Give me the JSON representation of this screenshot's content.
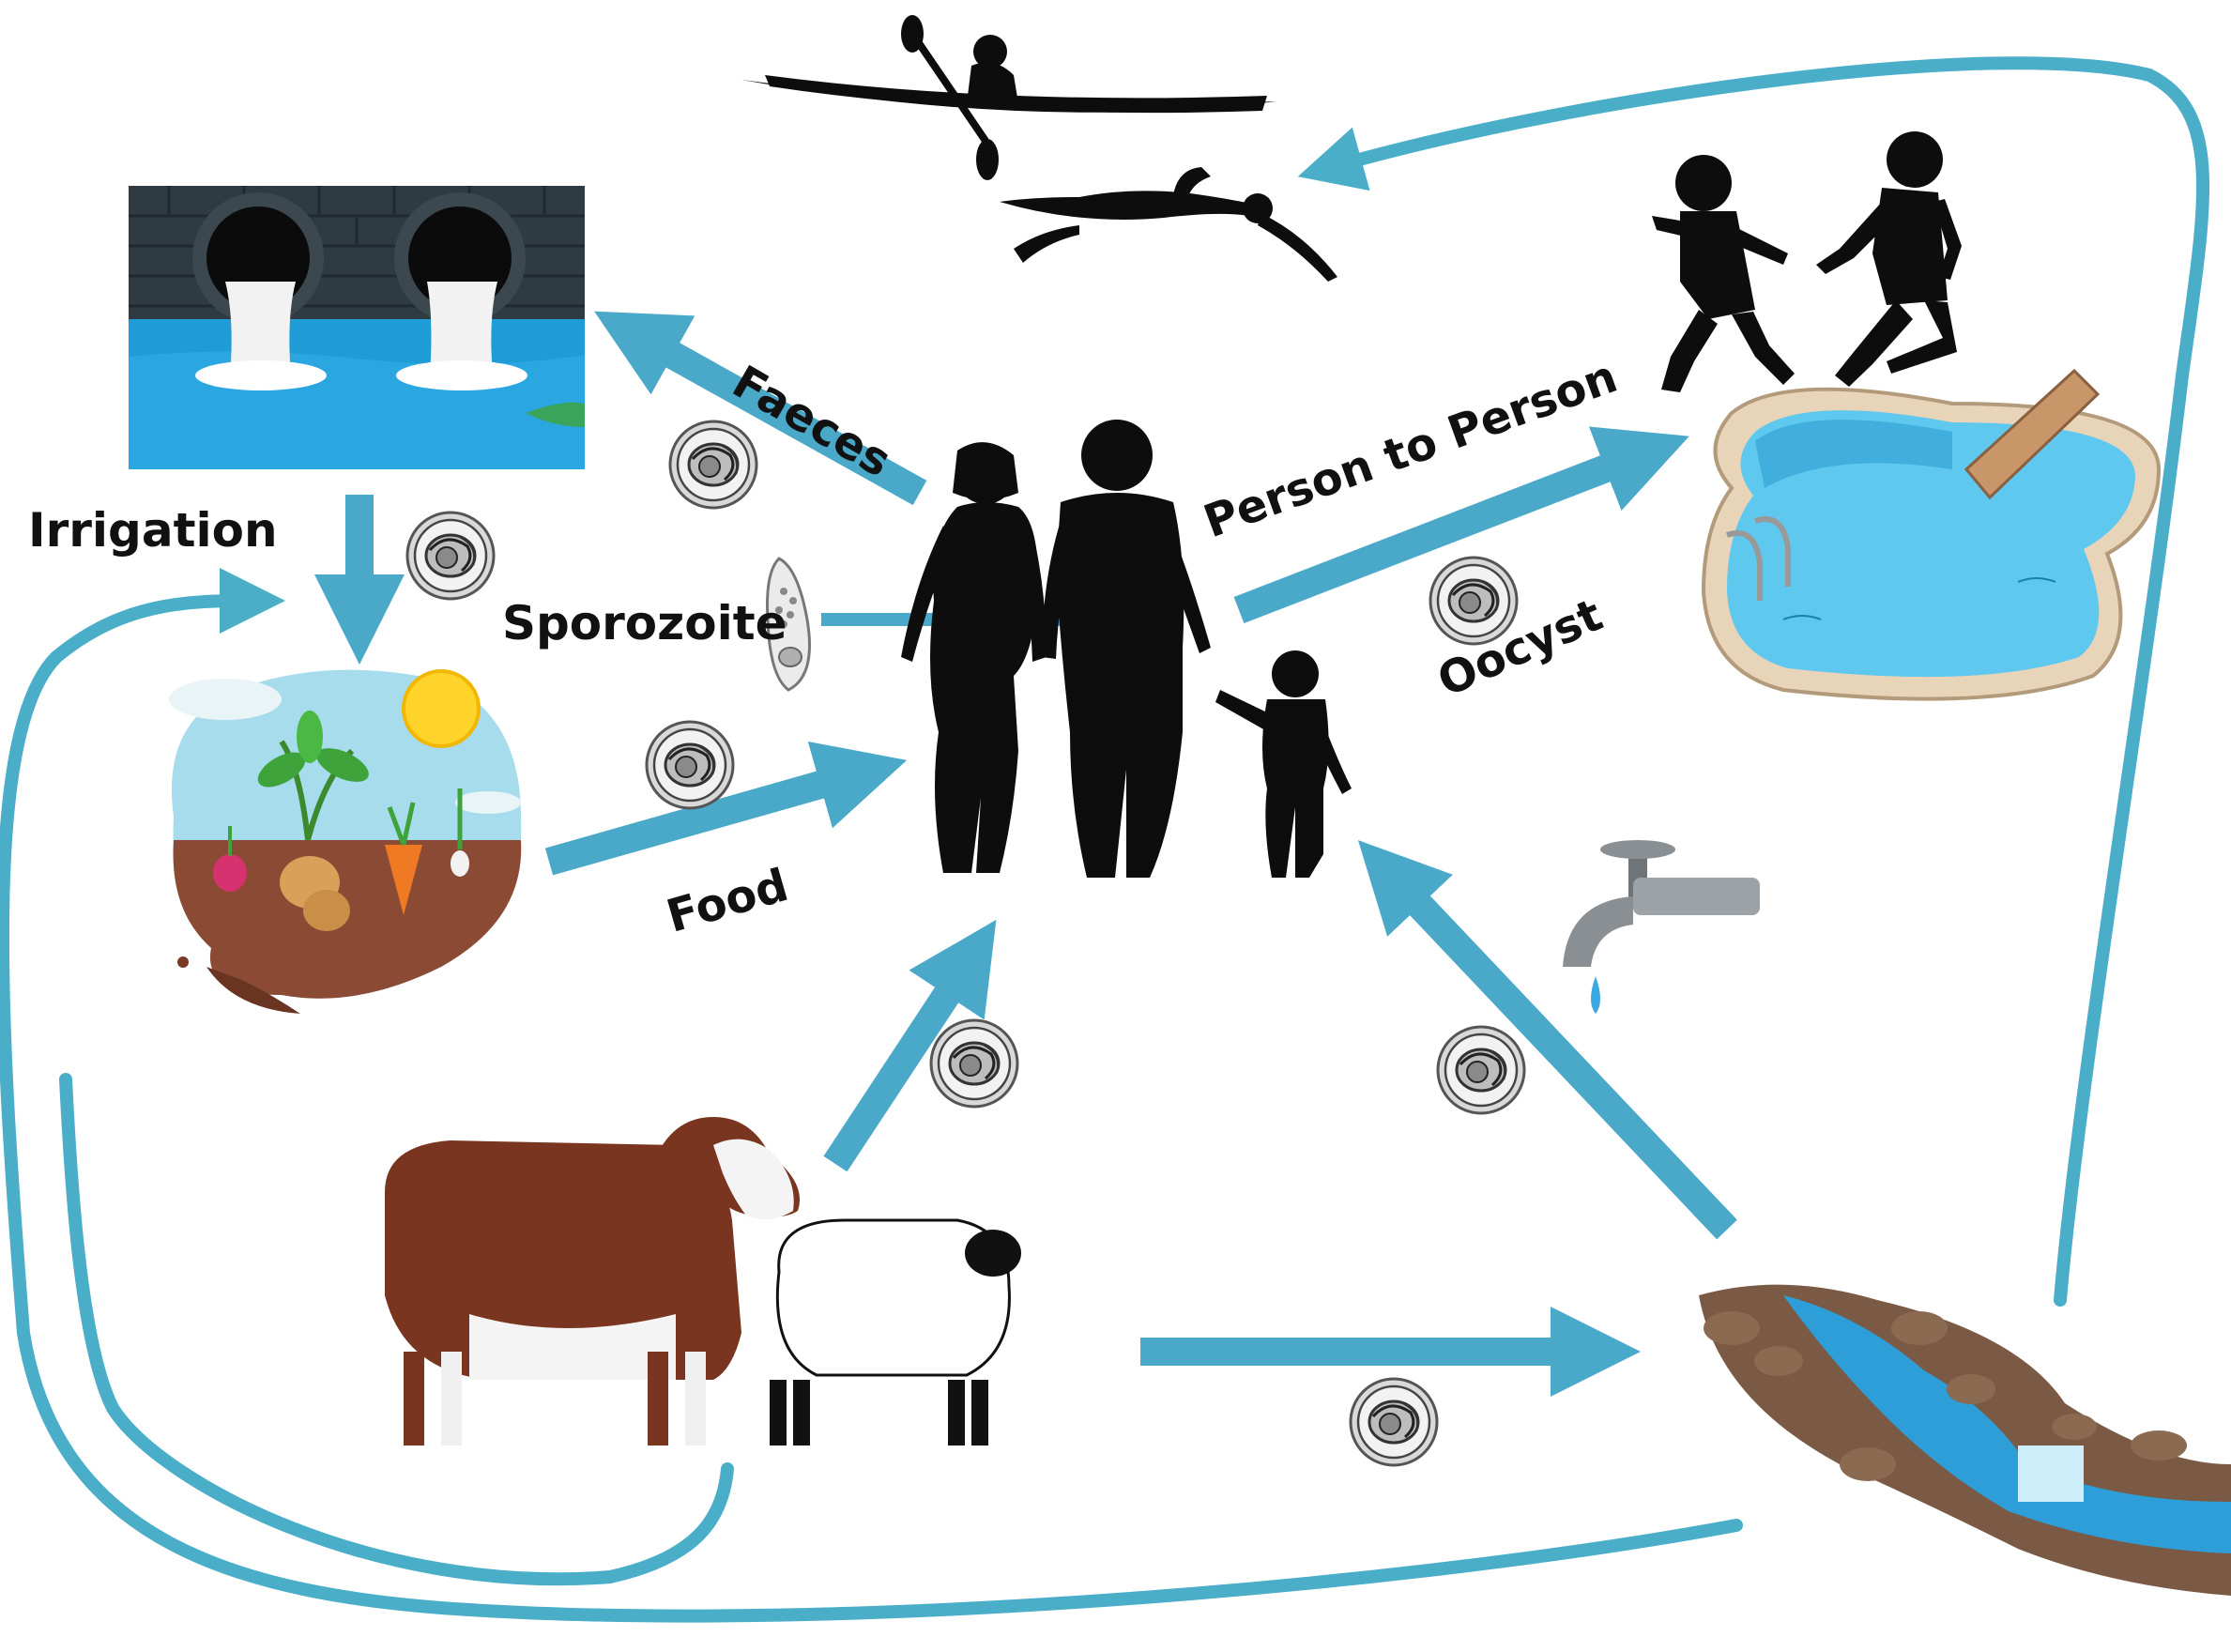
{
  "labels": {
    "faeces": "Faeces",
    "person_to_person": "Person to Person",
    "irrigation": "Irrigation",
    "sporozoite": "Sporozoite",
    "oocyst": "Oocyst",
    "food": "Food"
  },
  "colors": {
    "arrow": "#4aa8c8",
    "arrow_edge": "#3b93b2",
    "loop": "#4aaec9",
    "silhouette": "#0d0d0d",
    "water": "#1f9bd6",
    "pool_water": "#5ec8ef",
    "soil": "#8b4a34",
    "cow": "#7a3520",
    "rock": "#7b5a45"
  },
  "icons": [
    "kayaker-icon",
    "swimmer-icon",
    "sewage-pipes-icon",
    "running-children-icon",
    "pool-icon",
    "family-icon",
    "farm-soil-icon",
    "cow-icon",
    "sheep-icon",
    "faucet-icon",
    "stream-icon",
    "oocyst-icon",
    "sporozoite-icon"
  ]
}
